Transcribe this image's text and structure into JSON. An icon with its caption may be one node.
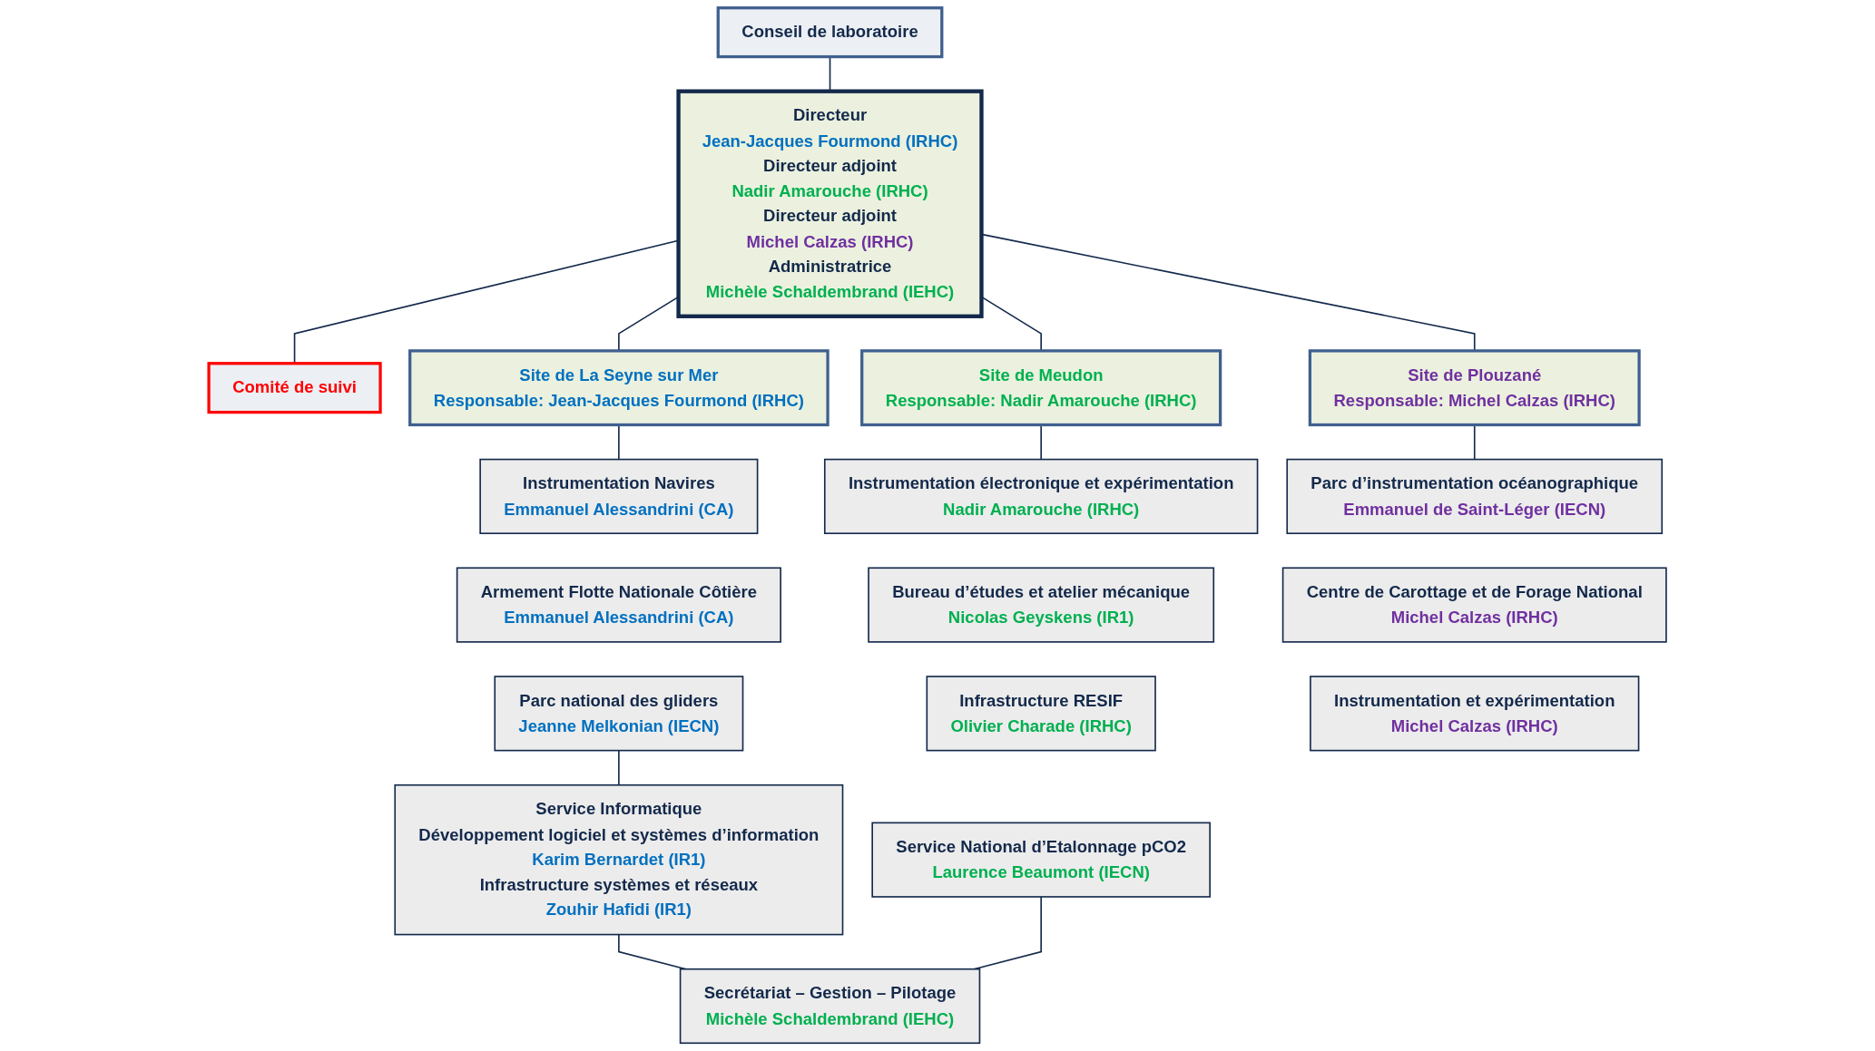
{
  "diagram": {
    "nodes": [
      {
        "text": [
          "Directeur",
          "Jean-Jacques Fourmond (IRHC)",
          "Directeur adjoint",
          "Nadir Amarouche (IRHC)",
          "Directeur adjoint",
          "Michel Calzas (IRHC)",
          "Administratrice",
          "Michèle Schaldembrand (IEHC)"
        ]
      },
      {
        "text": [
          "Conseil de laboratoire"
        ]
      },
      {
        "text": [
          "Comité de suivi"
        ]
      },
      {
        "text": [
          "Site de Meudon",
          "Responsable: Nadir Amarouche (IRHC)"
        ]
      },
      {
        "text": [
          "Site de La Seyne sur Mer",
          "Responsable: Jean-Jacques Fourmond (IRHC)"
        ]
      },
      {
        "text": [
          "Site de Plouzané",
          "Responsable: Michel Calzas (IRHC)"
        ]
      },
      {
        "text": [
          "Instrumentation électronique et expérimentation",
          "Nadir Amarouche (IRHC)"
        ]
      },
      {
        "text": [
          "Bureau d’études et atelier mécanique",
          "Nicolas Geyskens (IR1)"
        ]
      },
      {
        "text": [
          "Infrastructure RESIF",
          "Olivier Charade (IRHC)"
        ]
      },
      {
        "text": [
          "Service National d’Etalonnage pCO2",
          "Laurence Beaumont (IECN)"
        ]
      },
      {
        "text": [
          "Instrumentation Navires",
          "Emmanuel Alessandrini (CA)"
        ]
      },
      {
        "text": [
          "Armement Flotte Nationale Côtière",
          "Emmanuel Alessandrini (CA)"
        ]
      },
      {
        "text": [
          "Parc national des gliders",
          "Jeanne Melkonian (IECN)"
        ]
      },
      {
        "text": [
          "Parc d’instrumentation océanographique",
          "Emmanuel de Saint-Léger (IECN)"
        ]
      },
      {
        "text": [
          "Centre de Carottage et de Forage National",
          "Michel Calzas (IRHC)"
        ]
      },
      {
        "text": [
          "Instrumentation et expérimentation",
          "Michel Calzas (IRHC)"
        ]
      },
      {
        "text": [
          "Service Informatique",
          "Développement logiciel et systèmes d’information",
          "Karim Bernardet (IR1)",
          "Infrastructure systèmes et réseaux",
          "Zouhir Hafidi (IR1)"
        ]
      },
      {
        "text": [
          "Secrétariat – Gestion – Pilotage",
          "Michèle Schaldembrand (IEHC)"
        ]
      }
    ],
    "edges": [
      {
        "from": 1,
        "to": 0,
        "arrow": "none"
      },
      {
        "from": 0,
        "to": 2,
        "arrow": "none"
      },
      {
        "from": 0,
        "to": 3,
        "arrow": "none"
      },
      {
        "from": 0,
        "to": 4,
        "arrow": "none"
      },
      {
        "from": 0,
        "to": 5,
        "arrow": "none"
      },
      {
        "from": 3,
        "to": 6,
        "arrow": "none"
      },
      {
        "from": 4,
        "to": 10,
        "arrow": "none"
      },
      {
        "from": 5,
        "to": 13,
        "arrow": "none"
      },
      {
        "from": 12,
        "to": 16,
        "arrow": "none"
      },
      {
        "from": 16,
        "to": 17,
        "arrow": "none"
      },
      {
        "from": 9,
        "to": 17,
        "arrow": "none"
      }
    ]
  }
}
